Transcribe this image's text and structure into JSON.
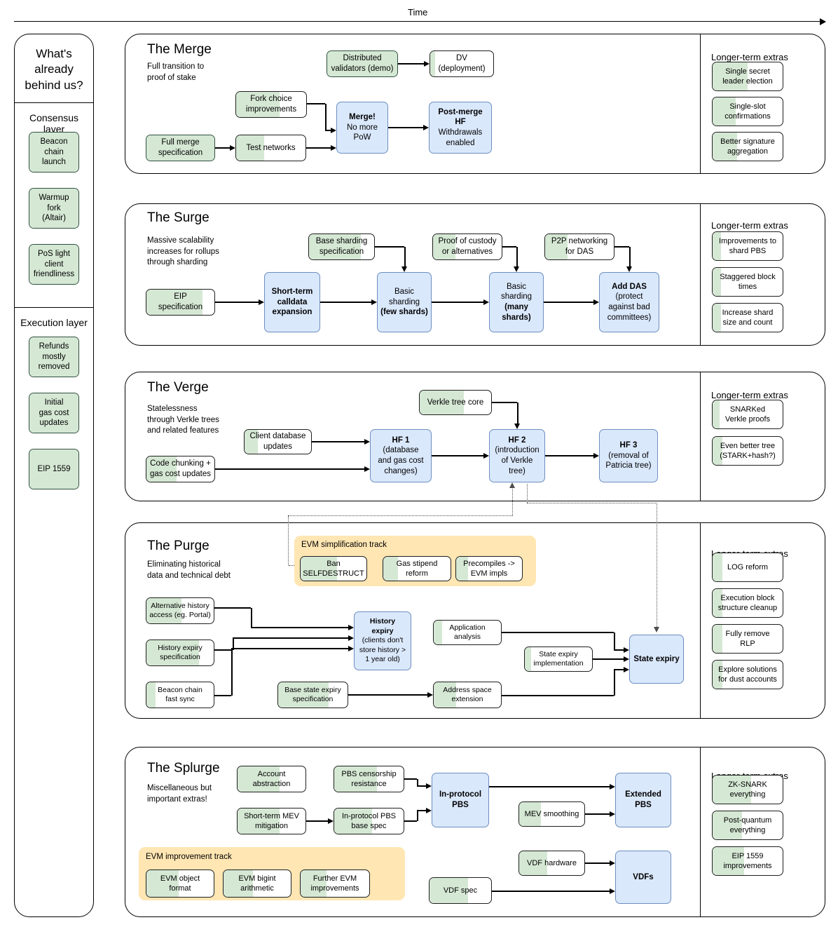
{
  "header": {
    "time_label": "Time"
  },
  "sidebar": {
    "title": "What's\nalready\nbehind us?",
    "groups": [
      {
        "heading": "Consensus layer",
        "items": [
          {
            "label": "Beacon\nchain\nlaunch",
            "progress": 100
          },
          {
            "label": "Warmup fork\n(Altair)",
            "progress": 100
          },
          {
            "label": "PoS light\nclient\nfriendliness",
            "progress": 100
          }
        ]
      },
      {
        "heading": "Execution layer",
        "items": [
          {
            "label": "Refunds\nmostly\nremoved",
            "progress": 100
          },
          {
            "label": "Initial\ngas cost\nupdates",
            "progress": 100
          },
          {
            "label": "EIP 1559",
            "progress": 100
          }
        ]
      }
    ]
  },
  "extras_title": "Longer-term extras",
  "sections": [
    {
      "id": "merge",
      "title": "The Merge",
      "subtitle": "Full transition to\nproof of stake",
      "nodes": [
        {
          "name": "distributed-validators-demo",
          "label": "Distributed\nvalidators (demo)",
          "progress": 100,
          "kind": "green"
        },
        {
          "name": "dv-deployment",
          "label": "DV\n(deployment)",
          "progress": 8,
          "kind": "white"
        },
        {
          "name": "fork-choice-improvements",
          "label": "Fork choice\nimprovements",
          "progress": 62,
          "kind": "white"
        },
        {
          "name": "full-merge-specification",
          "label": "Full merge\nspecification",
          "progress": 100,
          "kind": "green"
        },
        {
          "name": "test-networks",
          "label": "Test networks",
          "progress": 40,
          "kind": "white"
        },
        {
          "name": "merge-no-more-pow",
          "label": "Merge!\nNo more\nPoW",
          "bold_lines": [
            0
          ],
          "progress": 0,
          "kind": "blue"
        },
        {
          "name": "post-merge-hf",
          "label": "Post-merge\nHF\nWithdrawals\nenabled",
          "bold_lines": [
            0,
            1
          ],
          "progress": 0,
          "kind": "blue"
        }
      ],
      "extras": [
        {
          "label": "Single secret\nleader election",
          "progress": 50
        },
        {
          "label": "Single-slot\nconfirmations",
          "progress": 33
        },
        {
          "label": "Better signature\naggregation",
          "progress": 35
        }
      ]
    },
    {
      "id": "surge",
      "title": "The Surge",
      "subtitle": "Massive scalability\nincreases for rollups\nthrough sharding",
      "nodes": [
        {
          "name": "base-sharding-specification",
          "label": "Base sharding\nspecification",
          "progress": 80,
          "kind": "white"
        },
        {
          "name": "proof-of-custody",
          "label": "Proof of custody\nor alternatives",
          "progress": 33,
          "kind": "white"
        },
        {
          "name": "p2p-networking-for-das",
          "label": "P2P networking\nfor DAS",
          "progress": 33,
          "kind": "white"
        },
        {
          "name": "eip-specification",
          "label": "EIP\nspecification",
          "progress": 82,
          "kind": "white"
        },
        {
          "name": "short-term-calldata-expansion",
          "label": "Short-term\ncalldata\nexpansion",
          "bold_lines": [
            0,
            1,
            2
          ],
          "progress": 0,
          "kind": "blue"
        },
        {
          "name": "basic-sharding-few-shards",
          "label": "Basic\nsharding\n(few shards)",
          "bold_lines": [
            2
          ],
          "progress": 0,
          "kind": "blue"
        },
        {
          "name": "basic-sharding-many-shards",
          "label": "Basic\nsharding\n(many\nshards)",
          "bold_lines": [
            2,
            3
          ],
          "progress": 0,
          "kind": "blue"
        },
        {
          "name": "add-das",
          "label": "Add DAS\n(protect\nagainst bad\ncommittees)",
          "bold_lines": [
            0
          ],
          "progress": 0,
          "kind": "blue"
        }
      ],
      "extras": [
        {
          "label": "Improvements to\nshard PBS",
          "progress": 12
        },
        {
          "label": "Staggered block\ntimes",
          "progress": 12
        },
        {
          "label": "Increase shard\nsize and count",
          "progress": 12
        }
      ]
    },
    {
      "id": "verge",
      "title": "The Verge",
      "subtitle": "Statelessness\nthrough Verkle trees\nand related features",
      "nodes": [
        {
          "name": "verkle-tree-core",
          "label": "Verkle tree core",
          "progress": 62,
          "kind": "white"
        },
        {
          "name": "client-database-updates",
          "label": "Client database\nupdates",
          "progress": 20,
          "kind": "white"
        },
        {
          "name": "code-chunking-gas-cost-updates",
          "label": "Code chunking +\ngas cost updates",
          "progress": 44,
          "kind": "white"
        },
        {
          "name": "hf-1",
          "label": "HF 1\n(database\nand gas cost\nchanges)",
          "bold_lines": [
            0
          ],
          "progress": 0,
          "kind": "blue"
        },
        {
          "name": "hf-2",
          "label": "HF 2\n(introduction\nof Verkle\ntree)",
          "bold_lines": [
            0
          ],
          "progress": 0,
          "kind": "blue"
        },
        {
          "name": "hf-3",
          "label": "HF 3\n(removal of\nPatricia tree)",
          "bold_lines": [
            0
          ],
          "progress": 0,
          "kind": "blue"
        }
      ],
      "extras": [
        {
          "label": "SNARKed\nVerkle proofs",
          "progress": 10
        },
        {
          "label": "Even better tree\n(STARK+hash?)",
          "progress": 14
        }
      ]
    },
    {
      "id": "purge",
      "title": "The Purge",
      "subtitle": "Eliminating historical\ndata and technical debt",
      "track": {
        "name": "evm-simplification-track",
        "label": "EVM simplification track",
        "items": [
          {
            "label": "Ban\nSELFDESTRUCT",
            "progress": 55
          },
          {
            "label": "Gas stipend\nreform",
            "progress": 22
          },
          {
            "label": "Precompiles ->\nEVM impls",
            "progress": 18
          }
        ]
      },
      "nodes": [
        {
          "name": "alternative-history-access",
          "label": "Alternative history\naccess (eg. Portal)",
          "progress": 52,
          "kind": "white"
        },
        {
          "name": "history-expiry-specification",
          "label": "History expiry\nspecification",
          "progress": 78,
          "kind": "white"
        },
        {
          "name": "beacon-chain-fast-sync",
          "label": "Beacon chain\nfast sync",
          "progress": 14,
          "kind": "white"
        },
        {
          "name": "base-state-expiry-specification",
          "label": "Base state expiry\nspecification",
          "progress": 73,
          "kind": "white"
        },
        {
          "name": "application-analysis",
          "label": "Application\nanalysis",
          "progress": 12,
          "kind": "white"
        },
        {
          "name": "address-space-extension",
          "label": "Address space\nextension",
          "progress": 33,
          "kind": "white"
        },
        {
          "name": "state-expiry-implementation",
          "label": "State expiry\nimplementation",
          "progress": 9,
          "kind": "white"
        },
        {
          "name": "history-expiry",
          "label": "History\nexpiry\n(clients don't\nstore history >\n1 year old)",
          "bold_lines": [
            0,
            1
          ],
          "progress": 0,
          "kind": "blue"
        },
        {
          "name": "state-expiry",
          "label": "State expiry",
          "bold_lines": [
            0
          ],
          "progress": 0,
          "kind": "blue"
        }
      ],
      "extras": [
        {
          "label": "LOG reform",
          "progress": 14
        },
        {
          "label": "Execution block\nstructure cleanup",
          "progress": 14
        },
        {
          "label": "Fully remove\nRLP",
          "progress": 14
        },
        {
          "label": "Explore solutions\nfor dust accounts",
          "progress": 14
        }
      ]
    },
    {
      "id": "splurge",
      "title": "The Splurge",
      "subtitle": "Miscellaneous but\nimportant extras!",
      "track": {
        "name": "evm-improvement-track",
        "label": "EVM improvement track",
        "items": [
          {
            "label": "EVM object\nformat",
            "progress": 48
          },
          {
            "label": "EVM bigint\narithmetic",
            "progress": 44
          },
          {
            "label": "Further EVM\nimprovements",
            "progress": 38
          }
        ]
      },
      "nodes": [
        {
          "name": "account-abstraction",
          "label": "Account\nabstraction",
          "progress": 62,
          "kind": "white"
        },
        {
          "name": "pbs-censorship-resistance",
          "label": "PBS censorship\nresistance",
          "progress": 62,
          "kind": "white"
        },
        {
          "name": "short-term-mev-mitigation",
          "label": "Short-term MEV\nmitigation",
          "progress": 62,
          "kind": "white"
        },
        {
          "name": "in-protocol-pbs-base-spec",
          "label": "In-protocol PBS\nbase spec",
          "progress": 55,
          "kind": "white"
        },
        {
          "name": "mev-smoothing",
          "label": "MEV smoothing",
          "progress": 33,
          "kind": "white"
        },
        {
          "name": "vdf-hardware",
          "label": "VDF hardware",
          "progress": 43,
          "kind": "white"
        },
        {
          "name": "vdf-spec",
          "label": "VDF spec",
          "progress": 62,
          "kind": "white"
        },
        {
          "name": "in-protocol-pbs",
          "label": "In-protocol\nPBS",
          "bold_lines": [
            0,
            1
          ],
          "progress": 0,
          "kind": "blue"
        },
        {
          "name": "extended-pbs",
          "label": "Extended\nPBS",
          "bold_lines": [
            0,
            1
          ],
          "progress": 0,
          "kind": "blue"
        },
        {
          "name": "vdfs",
          "label": "VDFs",
          "bold_lines": [
            0
          ],
          "progress": 0,
          "kind": "blue"
        }
      ],
      "extras": [
        {
          "label": "ZK-SNARK\neverything",
          "progress": 55
        },
        {
          "label": "Post-quantum\neverything",
          "progress": 42
        },
        {
          "label": "EIP 1559\nimprovements",
          "progress": 45
        }
      ]
    }
  ],
  "colors": {
    "green_fill": "#d5e8d4",
    "blue_fill": "#dae8fc",
    "blue_stroke": "#6c8ebf",
    "track_bg": "#ffe6b3",
    "stroke": "#1f1f1f"
  }
}
